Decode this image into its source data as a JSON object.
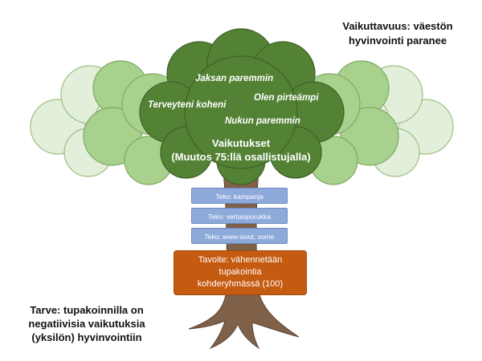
{
  "impact": {
    "line1": "Vaikuttavuus: väestön",
    "line2": "hyvinvointi paranee"
  },
  "need": {
    "line1": "Tarve: tupakoinnilla on",
    "line2": "negatiivisia vaikutuksia",
    "line3": "(yksilön) hyvinvointiin"
  },
  "effects": {
    "items": [
      "Jaksan paremmin",
      "Terveyteni koheni",
      "Olen pirteämpi",
      "Nukun paremmin"
    ],
    "title_line1": "Vaikutukset",
    "title_line2": "(Muutos 75:llä osallistujalla)"
  },
  "actions": [
    "Teko: kampanja",
    "Teko: vertaisporukka",
    "Teko: www-sivut, some"
  ],
  "goal": {
    "line1": "Tavoite: vähennetään",
    "line2": "tupakointia",
    "line3": "kohderyhmässä (100)"
  },
  "colors": {
    "outer_cloud": "#e2efda",
    "middle_cloud": "#a9d18e",
    "center_cloud": "#548235",
    "trunk": "#7f6048",
    "action_box": "#8eaadb",
    "goal_box": "#c55a11"
  }
}
